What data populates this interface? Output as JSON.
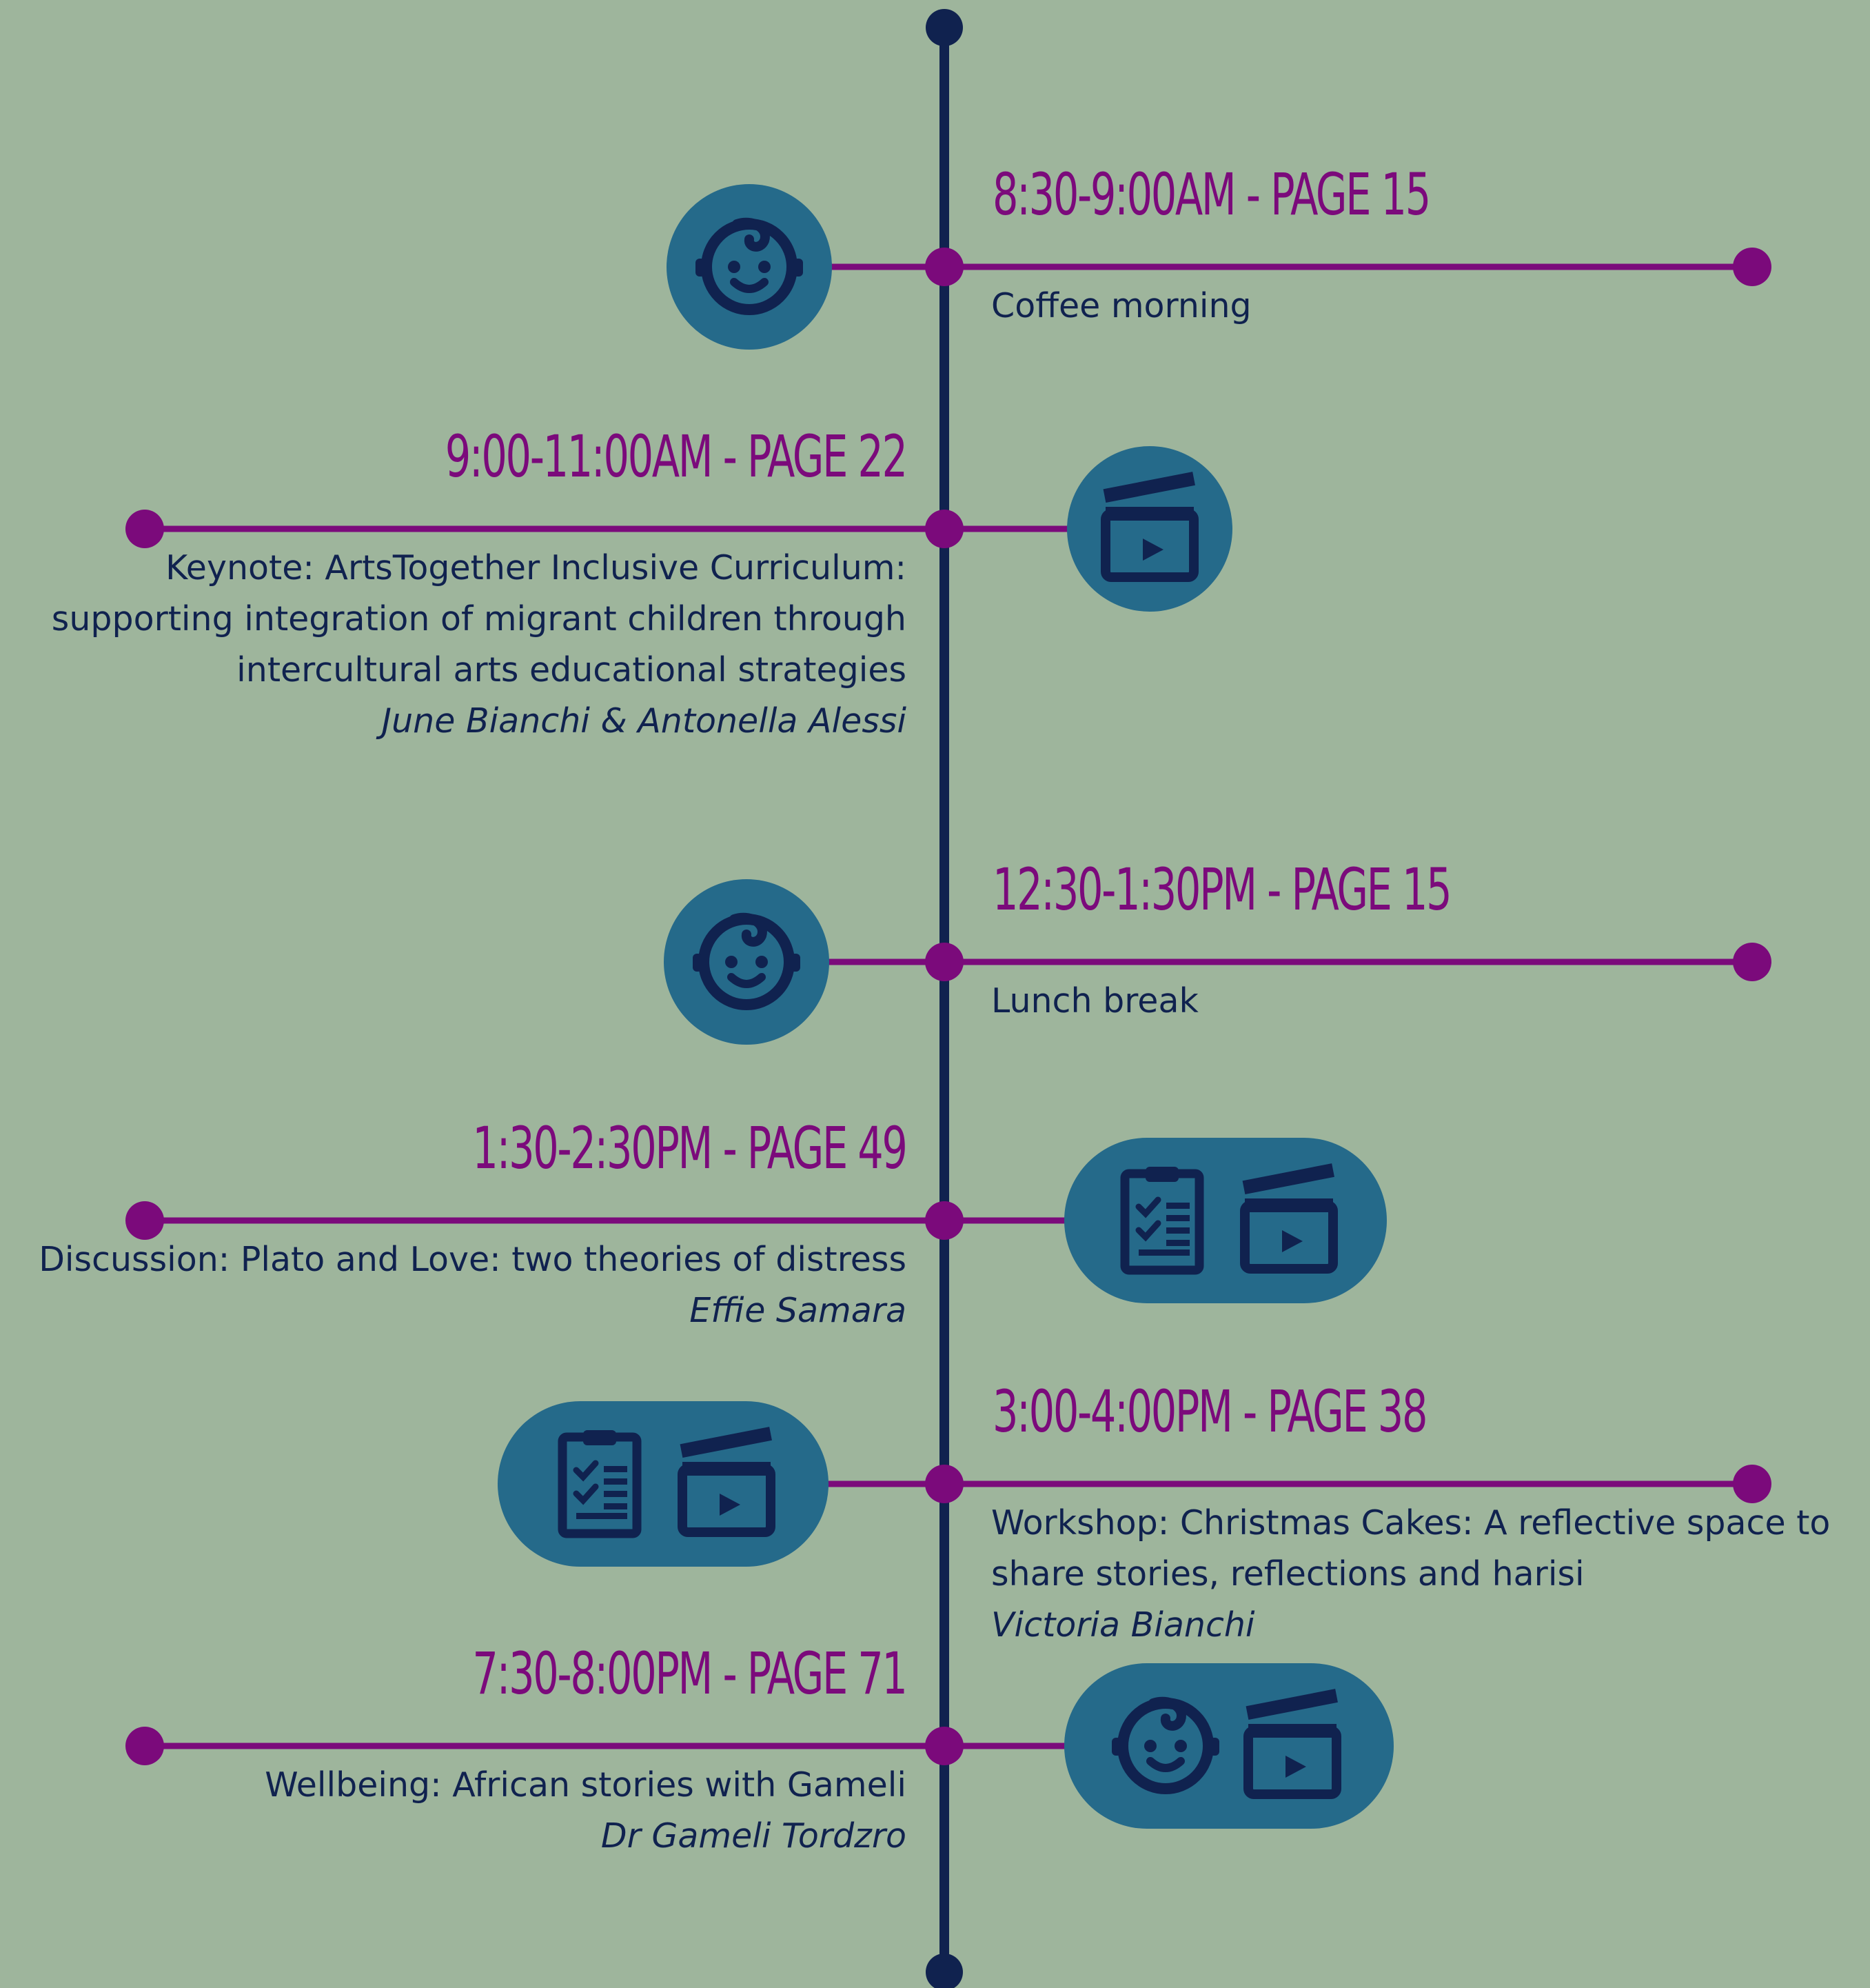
{
  "colors": {
    "background": "#9eb59c",
    "spine": "#10224f",
    "connector": "#7b0a7b",
    "icon_badge": "#256a8a",
    "icon_ink": "#10224f"
  },
  "events": [
    {
      "time": "8:30-9:00AM - PAGE 15",
      "lines": [
        "Coffee morning"
      ],
      "speaker": "",
      "icons": [
        "baby-face-icon"
      ]
    },
    {
      "time": "9:00-11:00AM - PAGE 22",
      "lines": [
        "Keynote: ArtsTogether Inclusive Curriculum:",
        "supporting integration of migrant children through",
        "intercultural arts educational strategies"
      ],
      "speaker": "June Bianchi & Antonella Alessi",
      "icons": [
        "clapperboard-icon"
      ]
    },
    {
      "time": "12:30-1:30PM - PAGE 15",
      "lines": [
        "Lunch break"
      ],
      "speaker": "",
      "icons": [
        "baby-face-icon"
      ]
    },
    {
      "time": "1:30-2:30PM - PAGE 49",
      "lines": [
        "Discussion: Plato and Love: two theories of distress"
      ],
      "speaker": "Effie Samara",
      "icons": [
        "clipboard-checklist-icon",
        "clapperboard-icon"
      ]
    },
    {
      "time": "3:00-4:00PM - PAGE 38",
      "lines": [
        "Workshop: Christmas Cakes: A reflective space to",
        "share stories, reflections and harisi"
      ],
      "speaker": "Victoria Bianchi",
      "icons": [
        "clipboard-checklist-icon",
        "clapperboard-icon"
      ]
    },
    {
      "time": "7:30-8:00PM - PAGE 71",
      "lines": [
        "Wellbeing: African stories with Gameli"
      ],
      "speaker": "Dr Gameli Tordzro",
      "icons": [
        "baby-face-icon",
        "clapperboard-icon"
      ]
    }
  ]
}
